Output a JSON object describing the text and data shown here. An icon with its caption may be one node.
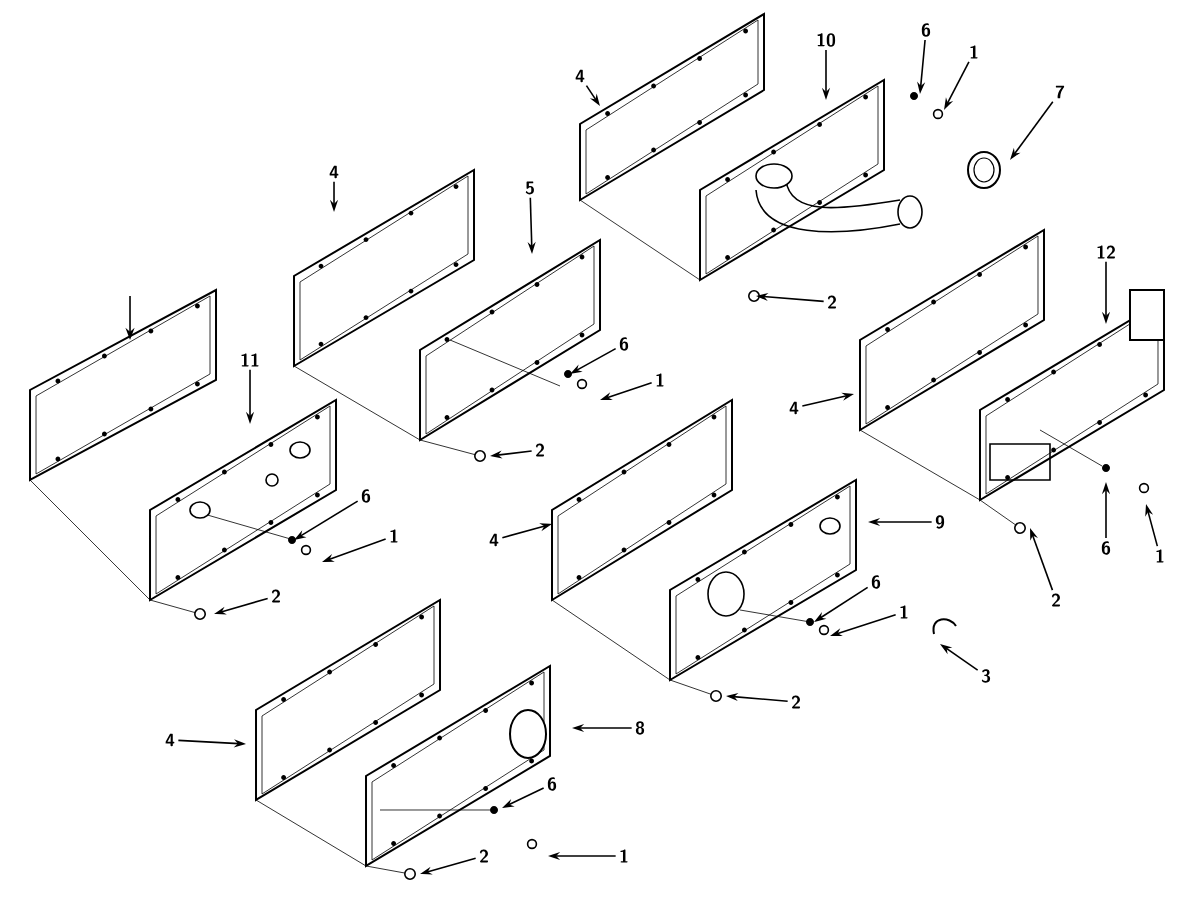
{
  "diagram": {
    "nodes": [
      {
        "text": [
          "4"
        ]
      },
      {
        "text": [
          "10"
        ]
      },
      {
        "text": [
          "6"
        ]
      },
      {
        "text": [
          "1"
        ]
      },
      {
        "text": [
          "7"
        ]
      },
      {
        "text": [
          "4"
        ]
      },
      {
        "text": [
          "5"
        ]
      },
      {
        "text": [
          "12"
        ]
      },
      {
        "text": [
          "6"
        ]
      },
      {
        "text": [
          "1"
        ]
      },
      {
        "text": [
          "2"
        ]
      },
      {
        "text": [
          "4"
        ]
      },
      {
        "text": [
          "11"
        ]
      },
      {
        "text": [
          "2"
        ]
      },
      {
        "text": [
          "6"
        ]
      },
      {
        "text": [
          "1"
        ]
      },
      {
        "text": [
          "6"
        ]
      },
      {
        "text": [
          "1"
        ]
      },
      {
        "text": [
          "9"
        ]
      },
      {
        "text": [
          "2"
        ]
      },
      {
        "text": [
          "6"
        ]
      },
      {
        "text": [
          "1"
        ]
      },
      {
        "text": [
          "2"
        ]
      },
      {
        "text": [
          "4"
        ]
      },
      {
        "text": [
          "3"
        ]
      },
      {
        "text": [
          "2"
        ]
      },
      {
        "text": [
          "4"
        ]
      },
      {
        "text": [
          "8"
        ]
      },
      {
        "text": [
          "6"
        ]
      },
      {
        "text": [
          "1"
        ]
      },
      {
        "text": [
          "2"
        ]
      }
    ],
    "edges": [
      {
        "from": 0,
        "to": null,
        "arrow": "to"
      },
      {
        "from": 1,
        "to": null,
        "arrow": "to"
      },
      {
        "from": 2,
        "to": null,
        "arrow": "to"
      },
      {
        "from": 3,
        "to": null,
        "arrow": "to"
      },
      {
        "from": 4,
        "to": null,
        "arrow": "to"
      },
      {
        "from": 5,
        "to": null,
        "arrow": "to"
      },
      {
        "from": 6,
        "to": null,
        "arrow": "to"
      },
      {
        "from": 7,
        "to": null,
        "arrow": "to"
      },
      {
        "from": 8,
        "to": null,
        "arrow": "to"
      },
      {
        "from": 9,
        "to": null,
        "arrow": "to"
      },
      {
        "from": 10,
        "to": null,
        "arrow": "to"
      },
      {
        "from": 11,
        "to": null,
        "arrow": "to"
      },
      {
        "from": 12,
        "to": null,
        "arrow": "to"
      },
      {
        "from": 13,
        "to": null,
        "arrow": "to"
      },
      {
        "from": 14,
        "to": null,
        "arrow": "to"
      },
      {
        "from": 15,
        "to": null,
        "arrow": "to"
      },
      {
        "from": 16,
        "to": null,
        "arrow": "to"
      },
      {
        "from": 17,
        "to": null,
        "arrow": "to"
      },
      {
        "from": 18,
        "to": null,
        "arrow": "to"
      },
      {
        "from": 19,
        "to": null,
        "arrow": "to"
      },
      {
        "from": 20,
        "to": null,
        "arrow": "to"
      },
      {
        "from": 21,
        "to": null,
        "arrow": "to"
      },
      {
        "from": 22,
        "to": null,
        "arrow": "to"
      },
      {
        "from": 23,
        "to": null,
        "arrow": "to"
      },
      {
        "from": 24,
        "to": null,
        "arrow": "to"
      },
      {
        "from": 25,
        "to": null,
        "arrow": "to"
      },
      {
        "from": 26,
        "to": null,
        "arrow": "to"
      },
      {
        "from": 27,
        "to": null,
        "arrow": "to"
      },
      {
        "from": 28,
        "to": null,
        "arrow": "to"
      },
      {
        "from": 29,
        "to": null,
        "arrow": "to"
      },
      {
        "from": 30,
        "to": null,
        "arrow": "to"
      }
    ]
  }
}
